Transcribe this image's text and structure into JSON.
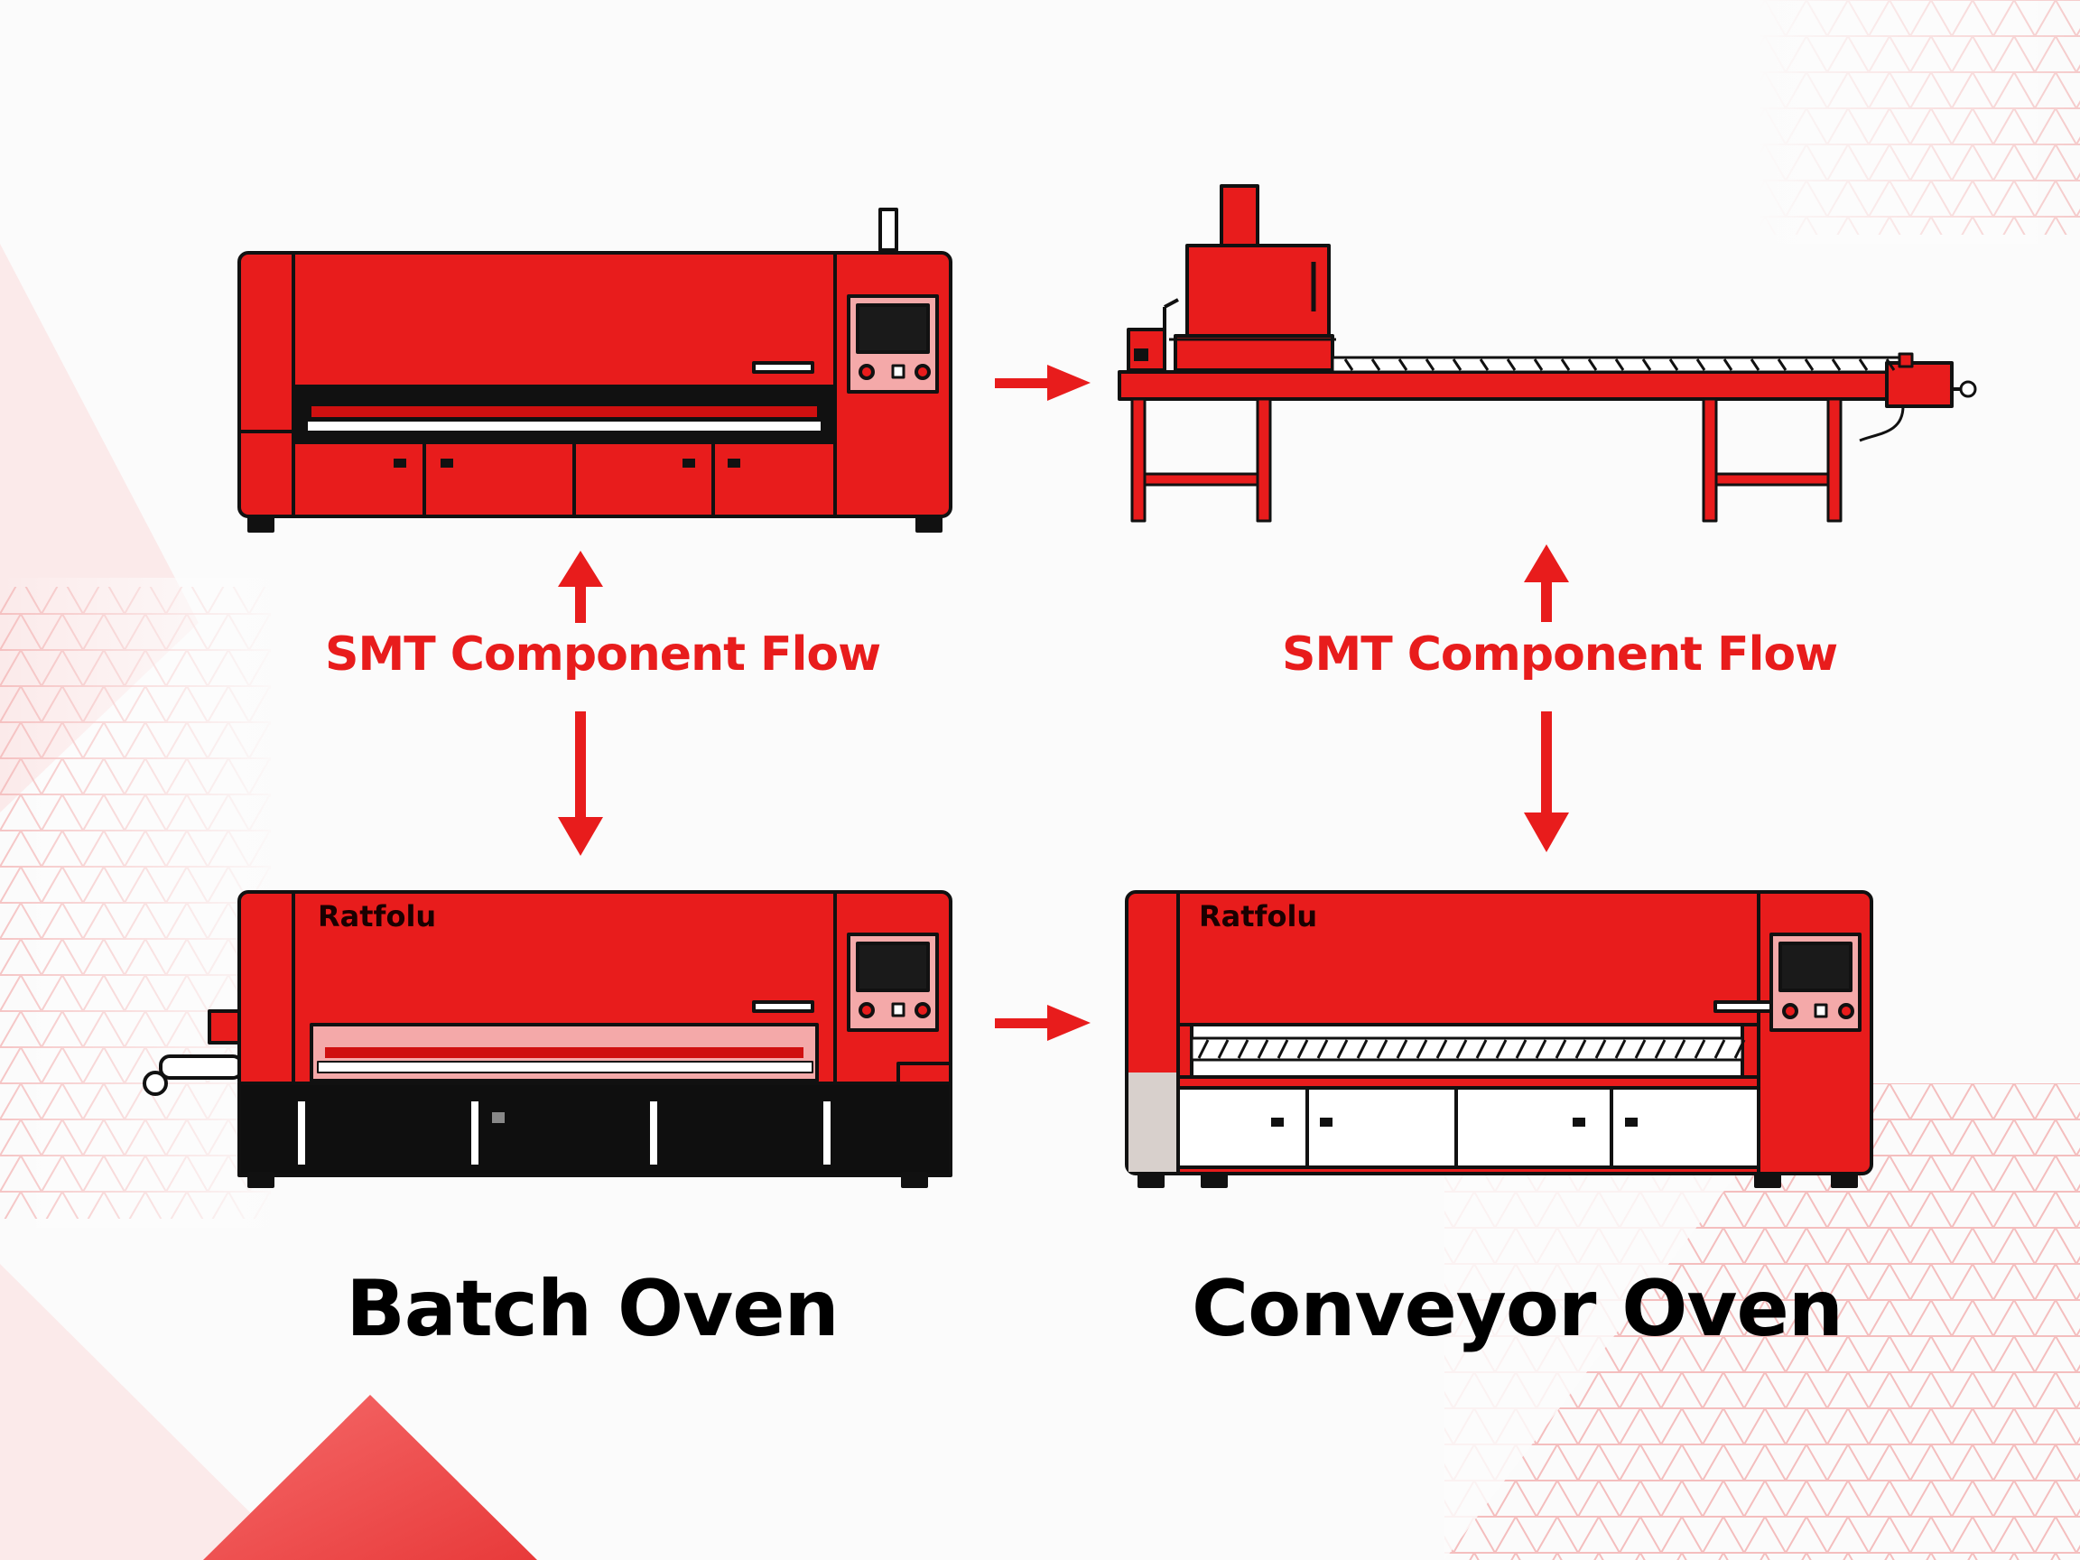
{
  "colors": {
    "accent": "#e81c1c",
    "outline": "#111111",
    "background": "#fbfbfb",
    "panel_screen": "#1a1a1a",
    "light_pink": "#f4a9a9"
  },
  "labels": {
    "flow_left": "SMT Component Flow",
    "flow_right": "SMT Component Flow",
    "batch_title": "Batch Oven",
    "conveyor_title": "Conveyor Oven",
    "brand_bottom_left": "Ratfolu",
    "brand_bottom_right": "Ratfolu"
  },
  "icons": {
    "flow_arrow": "arrow-right-icon",
    "vertical_arrow": "double-arrow-vertical-icon"
  }
}
